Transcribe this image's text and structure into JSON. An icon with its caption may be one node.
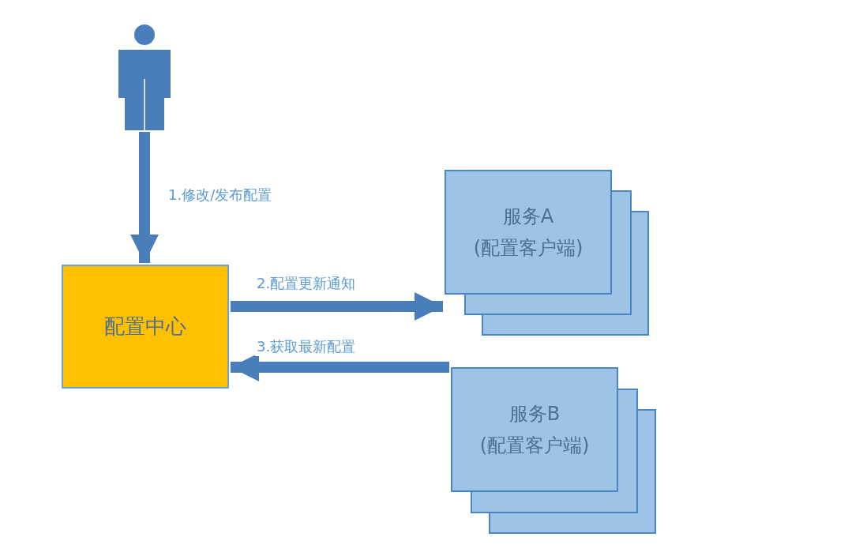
{
  "diagram": {
    "nodes": [
      {
        "text": [],
        "shape": "person"
      },
      {
        "text": [
          "配置中心"
        ]
      },
      {
        "text": [
          "服务A (配置客户端)"
        ]
      },
      {
        "text": [
          "服务B (配置客户端)"
        ]
      }
    ],
    "edges": [
      {
        "from": 0,
        "to": 1,
        "arrow": "to",
        "label": "1.修改/发布配置"
      },
      {
        "from": 1,
        "to": 2,
        "arrow": "to",
        "label": "2.配置更新通知"
      },
      {
        "from": 3,
        "to": 1,
        "arrow": "to",
        "label": "3.获取最新配置"
      }
    ]
  }
}
